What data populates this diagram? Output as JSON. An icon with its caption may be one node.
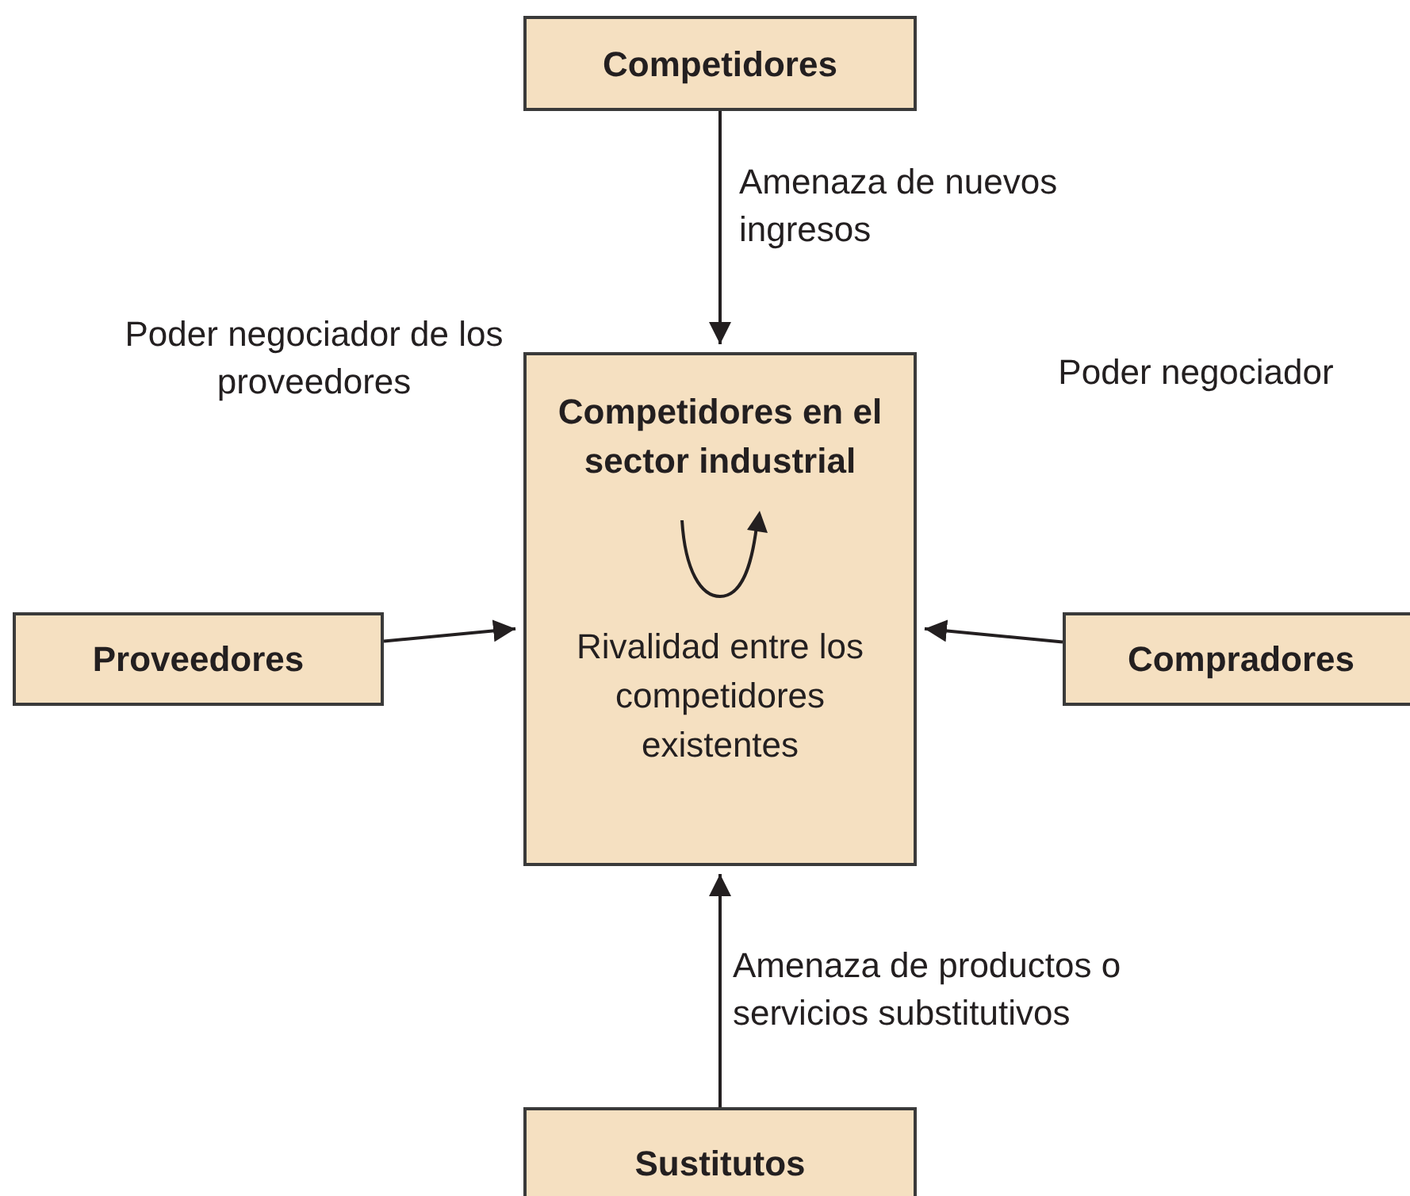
{
  "diagram": {
    "nodes": [
      {
        "text": [
          "Competidores"
        ]
      },
      {
        "text": [
          "Competidores en el sector industrial",
          "Rivalidad entre los competidores existentes"
        ]
      },
      {
        "text": [
          "Proveedores"
        ]
      },
      {
        "text": [
          "Compradores"
        ]
      },
      {
        "text": [
          "Sustitutos"
        ]
      }
    ],
    "edges": [
      {
        "from": 0,
        "to": 1,
        "arrow": "to",
        "label": "Amenaza de nuevos ingresos"
      },
      {
        "from": 2,
        "to": 1,
        "arrow": "to"
      },
      {
        "from": 3,
        "to": 1,
        "arrow": "to"
      },
      {
        "from": 4,
        "to": 1,
        "arrow": "to",
        "label": "Amenaza de productos o servicios substitutivos"
      }
    ],
    "labels": [
      "Poder negociador de los proveedores",
      "Poder negociador"
    ]
  }
}
